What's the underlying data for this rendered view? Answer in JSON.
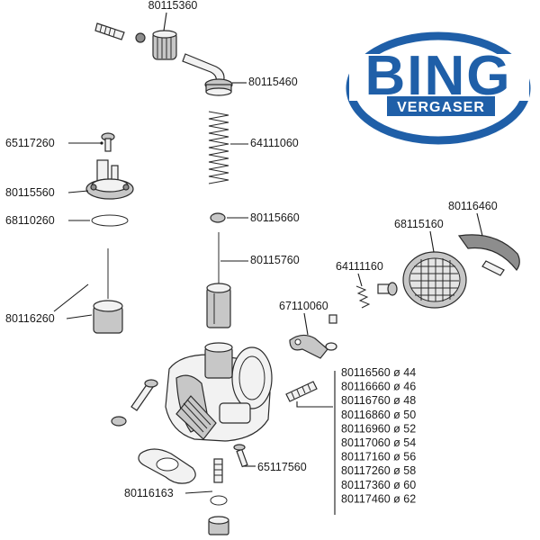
{
  "brand": {
    "name": "BING",
    "subtitle": "VERGASER",
    "color": "#1f5fa8"
  },
  "labels": {
    "p80115360": "80115360",
    "p80115460": "80115460",
    "p64111060": "64111060",
    "p65117260": "65117260",
    "p80115560": "80115560",
    "p68110260": "68110260",
    "p80115660": "80115660",
    "p80116460": "80116460",
    "p68115160": "68115160",
    "p80115760": "80115760",
    "p64111160": "64111160",
    "p80116260": "80116260",
    "p67110060": "67110060",
    "p65117560": "65117560",
    "p80116163": "80116163"
  },
  "jets": [
    {
      "part": "80116560",
      "size": "44"
    },
    {
      "part": "80116660",
      "size": "46"
    },
    {
      "part": "80116760",
      "size": "48"
    },
    {
      "part": "80116860",
      "size": "50"
    },
    {
      "part": "80116960",
      "size": "52"
    },
    {
      "part": "80117060",
      "size": "54"
    },
    {
      "part": "80117160",
      "size": "56"
    },
    {
      "part": "80117260",
      "size": "58"
    },
    {
      "part": "80117360",
      "size": "60"
    },
    {
      "part": "80117460",
      "size": "62"
    }
  ],
  "jet_prefix": "ø"
}
